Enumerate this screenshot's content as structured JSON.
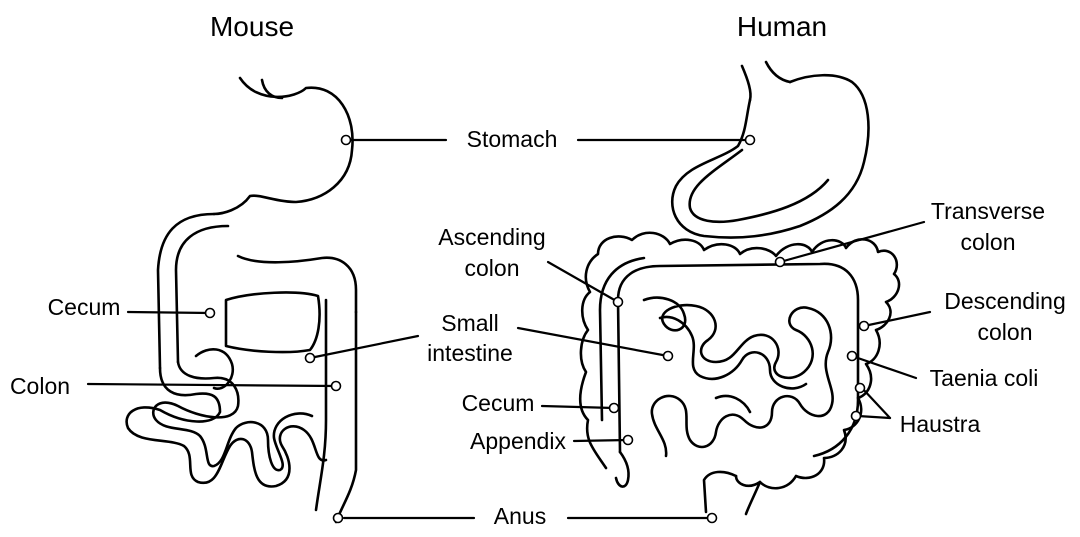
{
  "titles": {
    "mouse": "Mouse",
    "human": "Human"
  },
  "labels": {
    "stomach": "Stomach",
    "cecum_mouse": "Cecum",
    "colon_mouse": "Colon",
    "small_intestine_line1": "Small",
    "small_intestine_line2": "intestine",
    "anus": "Anus",
    "ascending_line1": "Ascending",
    "ascending_line2": "colon",
    "cecum_human": "Cecum",
    "appendix": "Appendix",
    "transverse_line1": "Transverse",
    "transverse_line2": "colon",
    "descending_line1": "Descending",
    "descending_line2": "colon",
    "taenia_coli": "Taenia coli",
    "haustra": "Haustra"
  }
}
